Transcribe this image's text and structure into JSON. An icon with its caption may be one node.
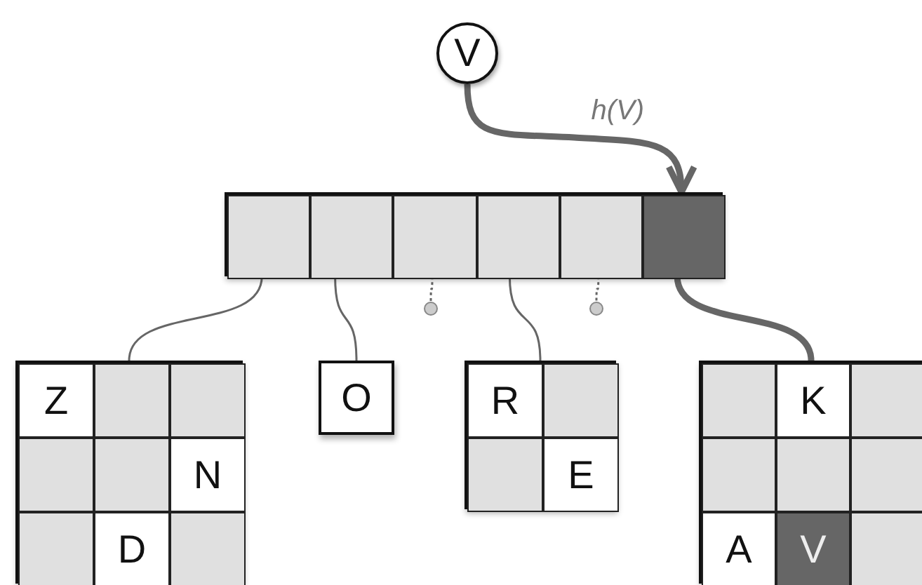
{
  "diagram": {
    "nodes": [
      {
        "text": [
          "V"
        ]
      },
      {
        "text": [],
        "shape": "box"
      },
      {
        "text": [],
        "shape": "box",
        "in": 1
      },
      {
        "text": [],
        "shape": "box",
        "in": 1
      },
      {
        "text": [],
        "shape": "box",
        "in": 1
      },
      {
        "text": [],
        "shape": "box",
        "in": 1
      },
      {
        "text": [],
        "shape": "box",
        "in": 1
      },
      {
        "text": [],
        "shape": "box",
        "in": 1
      },
      {
        "text": [],
        "shape": "circle"
      },
      {
        "text": [],
        "shape": "circle"
      },
      {
        "text": [],
        "shape": "box"
      },
      {
        "text": [
          "Z"
        ],
        "in": 10
      },
      {
        "text": [],
        "shape": "box",
        "in": 10
      },
      {
        "text": [],
        "shape": "box",
        "in": 10
      },
      {
        "text": [],
        "shape": "box",
        "in": 10
      },
      {
        "text": [],
        "shape": "box",
        "in": 10
      },
      {
        "text": [
          "N"
        ],
        "in": 10
      },
      {
        "text": [],
        "shape": "box",
        "in": 10
      },
      {
        "text": [
          "D"
        ],
        "in": 10
      },
      {
        "text": [],
        "shape": "box",
        "in": 10
      },
      {
        "text": [
          "O"
        ]
      },
      {
        "text": [],
        "shape": "box"
      },
      {
        "text": [
          "R"
        ],
        "in": 21
      },
      {
        "text": [],
        "shape": "box",
        "in": 21
      },
      {
        "text": [],
        "shape": "box",
        "in": 21
      },
      {
        "text": [
          "E"
        ],
        "in": 21
      },
      {
        "text": [],
        "shape": "box"
      },
      {
        "text": [],
        "shape": "box",
        "in": 26
      },
      {
        "text": [
          "K"
        ],
        "in": 26
      },
      {
        "text": [],
        "shape": "box",
        "in": 26
      },
      {
        "text": [],
        "shape": "box",
        "in": 26
      },
      {
        "text": [],
        "shape": "box",
        "in": 26
      },
      {
        "text": [],
        "shape": "box",
        "in": 26
      },
      {
        "text": [
          "A"
        ],
        "in": 26
      },
      {
        "text": [
          "V"
        ],
        "in": 26
      },
      {
        "text": [],
        "shape": "box",
        "in": 26
      }
    ],
    "edges": [
      {
        "from": 0,
        "to": 7,
        "arrow": "to",
        "label": "h(V)",
        "style": "thick"
      },
      {
        "from": 2,
        "to": 10,
        "arrow": "none"
      },
      {
        "from": 3,
        "to": 20,
        "arrow": "none"
      },
      {
        "from": 4,
        "to": 8,
        "arrow": "none",
        "style": "dashed"
      },
      {
        "from": 5,
        "to": 21,
        "arrow": "none"
      },
      {
        "from": 6,
        "to": 9,
        "arrow": "none",
        "style": "dashed"
      },
      {
        "from": 7,
        "to": 26,
        "arrow": "none",
        "style": "thick"
      }
    ]
  }
}
